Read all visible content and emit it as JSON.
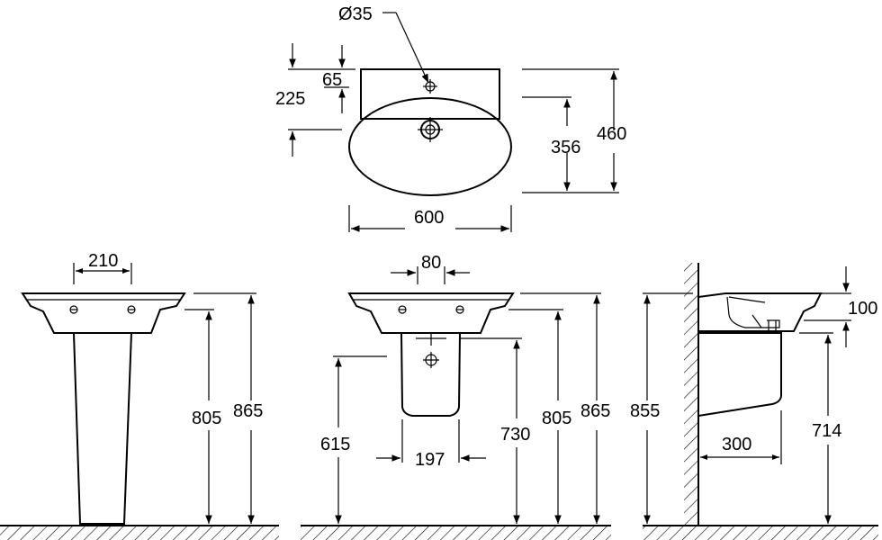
{
  "drawing": {
    "top_view": {
      "hole_diameter": "Ø35",
      "dim_65": "65",
      "dim_225": "225",
      "dim_356": "356",
      "dim_460": "460",
      "dim_600": "600"
    },
    "front_pedestal": {
      "dim_210": "210",
      "dim_805": "805",
      "dim_865": "865"
    },
    "front_semi_pedestal": {
      "dim_80": "80",
      "dim_615": "615",
      "dim_197": "197",
      "dim_730": "730",
      "dim_805": "805",
      "dim_865": "865"
    },
    "side_view": {
      "dim_855": "855",
      "dim_100": "100",
      "dim_714": "714",
      "dim_300": "300"
    }
  }
}
